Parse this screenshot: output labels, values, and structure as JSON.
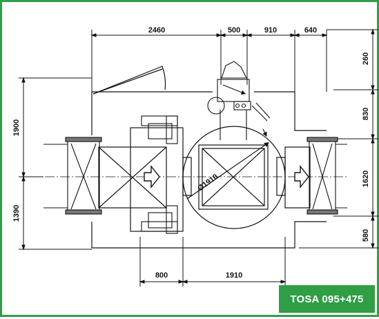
{
  "dimensions": {
    "top": [
      "2460",
      "500",
      "910",
      "640"
    ],
    "right": [
      "260",
      "830",
      "1620",
      "580"
    ],
    "left": [
      "1900",
      "1390"
    ],
    "bottom": [
      "800",
      "1910"
    ],
    "diameter": "Ø1910"
  },
  "badge": {
    "label": "TOSA 095+475",
    "color": "#2f9e44"
  },
  "colors": {
    "frame": "#2f9e44",
    "lines": "#111111"
  }
}
